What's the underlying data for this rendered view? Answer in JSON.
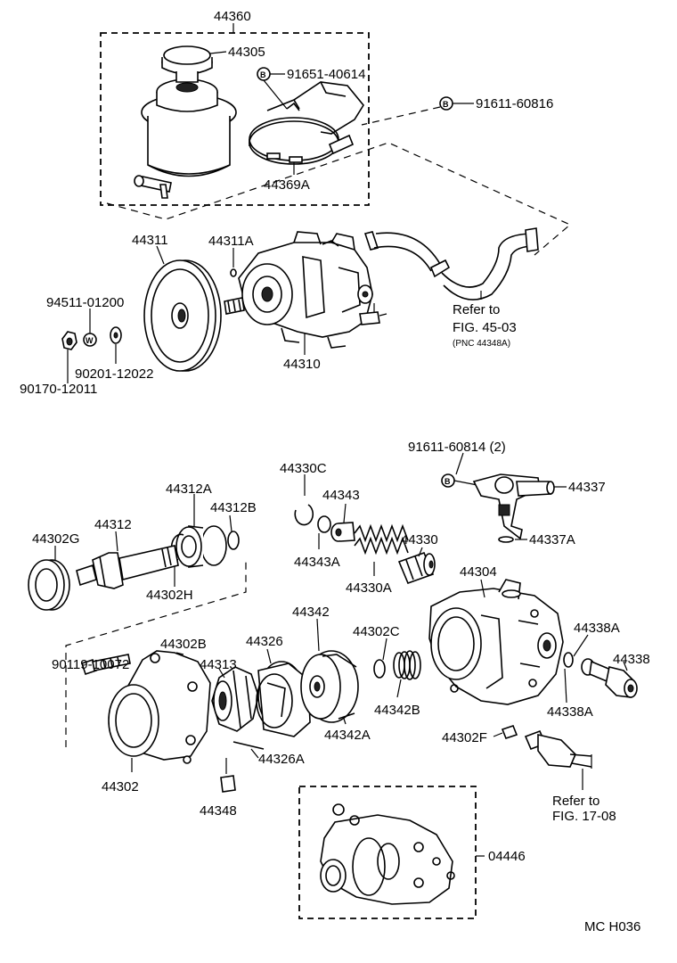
{
  "labels": {
    "p44360": "44360",
    "p44305": "44305",
    "p91651_40614": "91651-40614",
    "p91611_60816": "91611-60816",
    "p44369A": "44369A",
    "p44311": "44311",
    "p44311A": "44311A",
    "p94511_01200": "94511-01200",
    "p90201_12022": "90201-12022",
    "p90170_12011": "90170-12011",
    "p44310": "44310",
    "refer1_line1": "Refer to",
    "refer1_line2": "FIG. 45-03",
    "refer1_line3": "(PNC 44348A)",
    "p91611_60814": "91611-60814 (2)",
    "p44337": "44337",
    "p44337A": "44337A",
    "p44330C": "44330C",
    "p44343": "44343",
    "p44343A": "44343A",
    "p44330": "44330",
    "p44330A": "44330A",
    "p44304": "44304",
    "p44312A": "44312A",
    "p44312B": "44312B",
    "p44312": "44312",
    "p44302G": "44302G",
    "p44302H": "44302H",
    "p44342": "44342",
    "p44302C": "44302C",
    "p44338A_top": "44338A",
    "p44338": "44338",
    "p44338A_bottom": "44338A",
    "p44302B": "44302B",
    "p44326": "44326",
    "p44313": "44313",
    "p90119_10072": "90119-10072",
    "p44342B": "44342B",
    "p44342A": "44342A",
    "p44302F": "44302F",
    "p44326A": "44326A",
    "p44302": "44302",
    "p44348": "44348",
    "refer2_line1": "Refer to",
    "refer2_line2": "FIG. 17-08",
    "p04446": "04446",
    "footer_code": "MC  H036"
  },
  "badges": {
    "bolt_marker": "B",
    "washer_marker": "W"
  }
}
